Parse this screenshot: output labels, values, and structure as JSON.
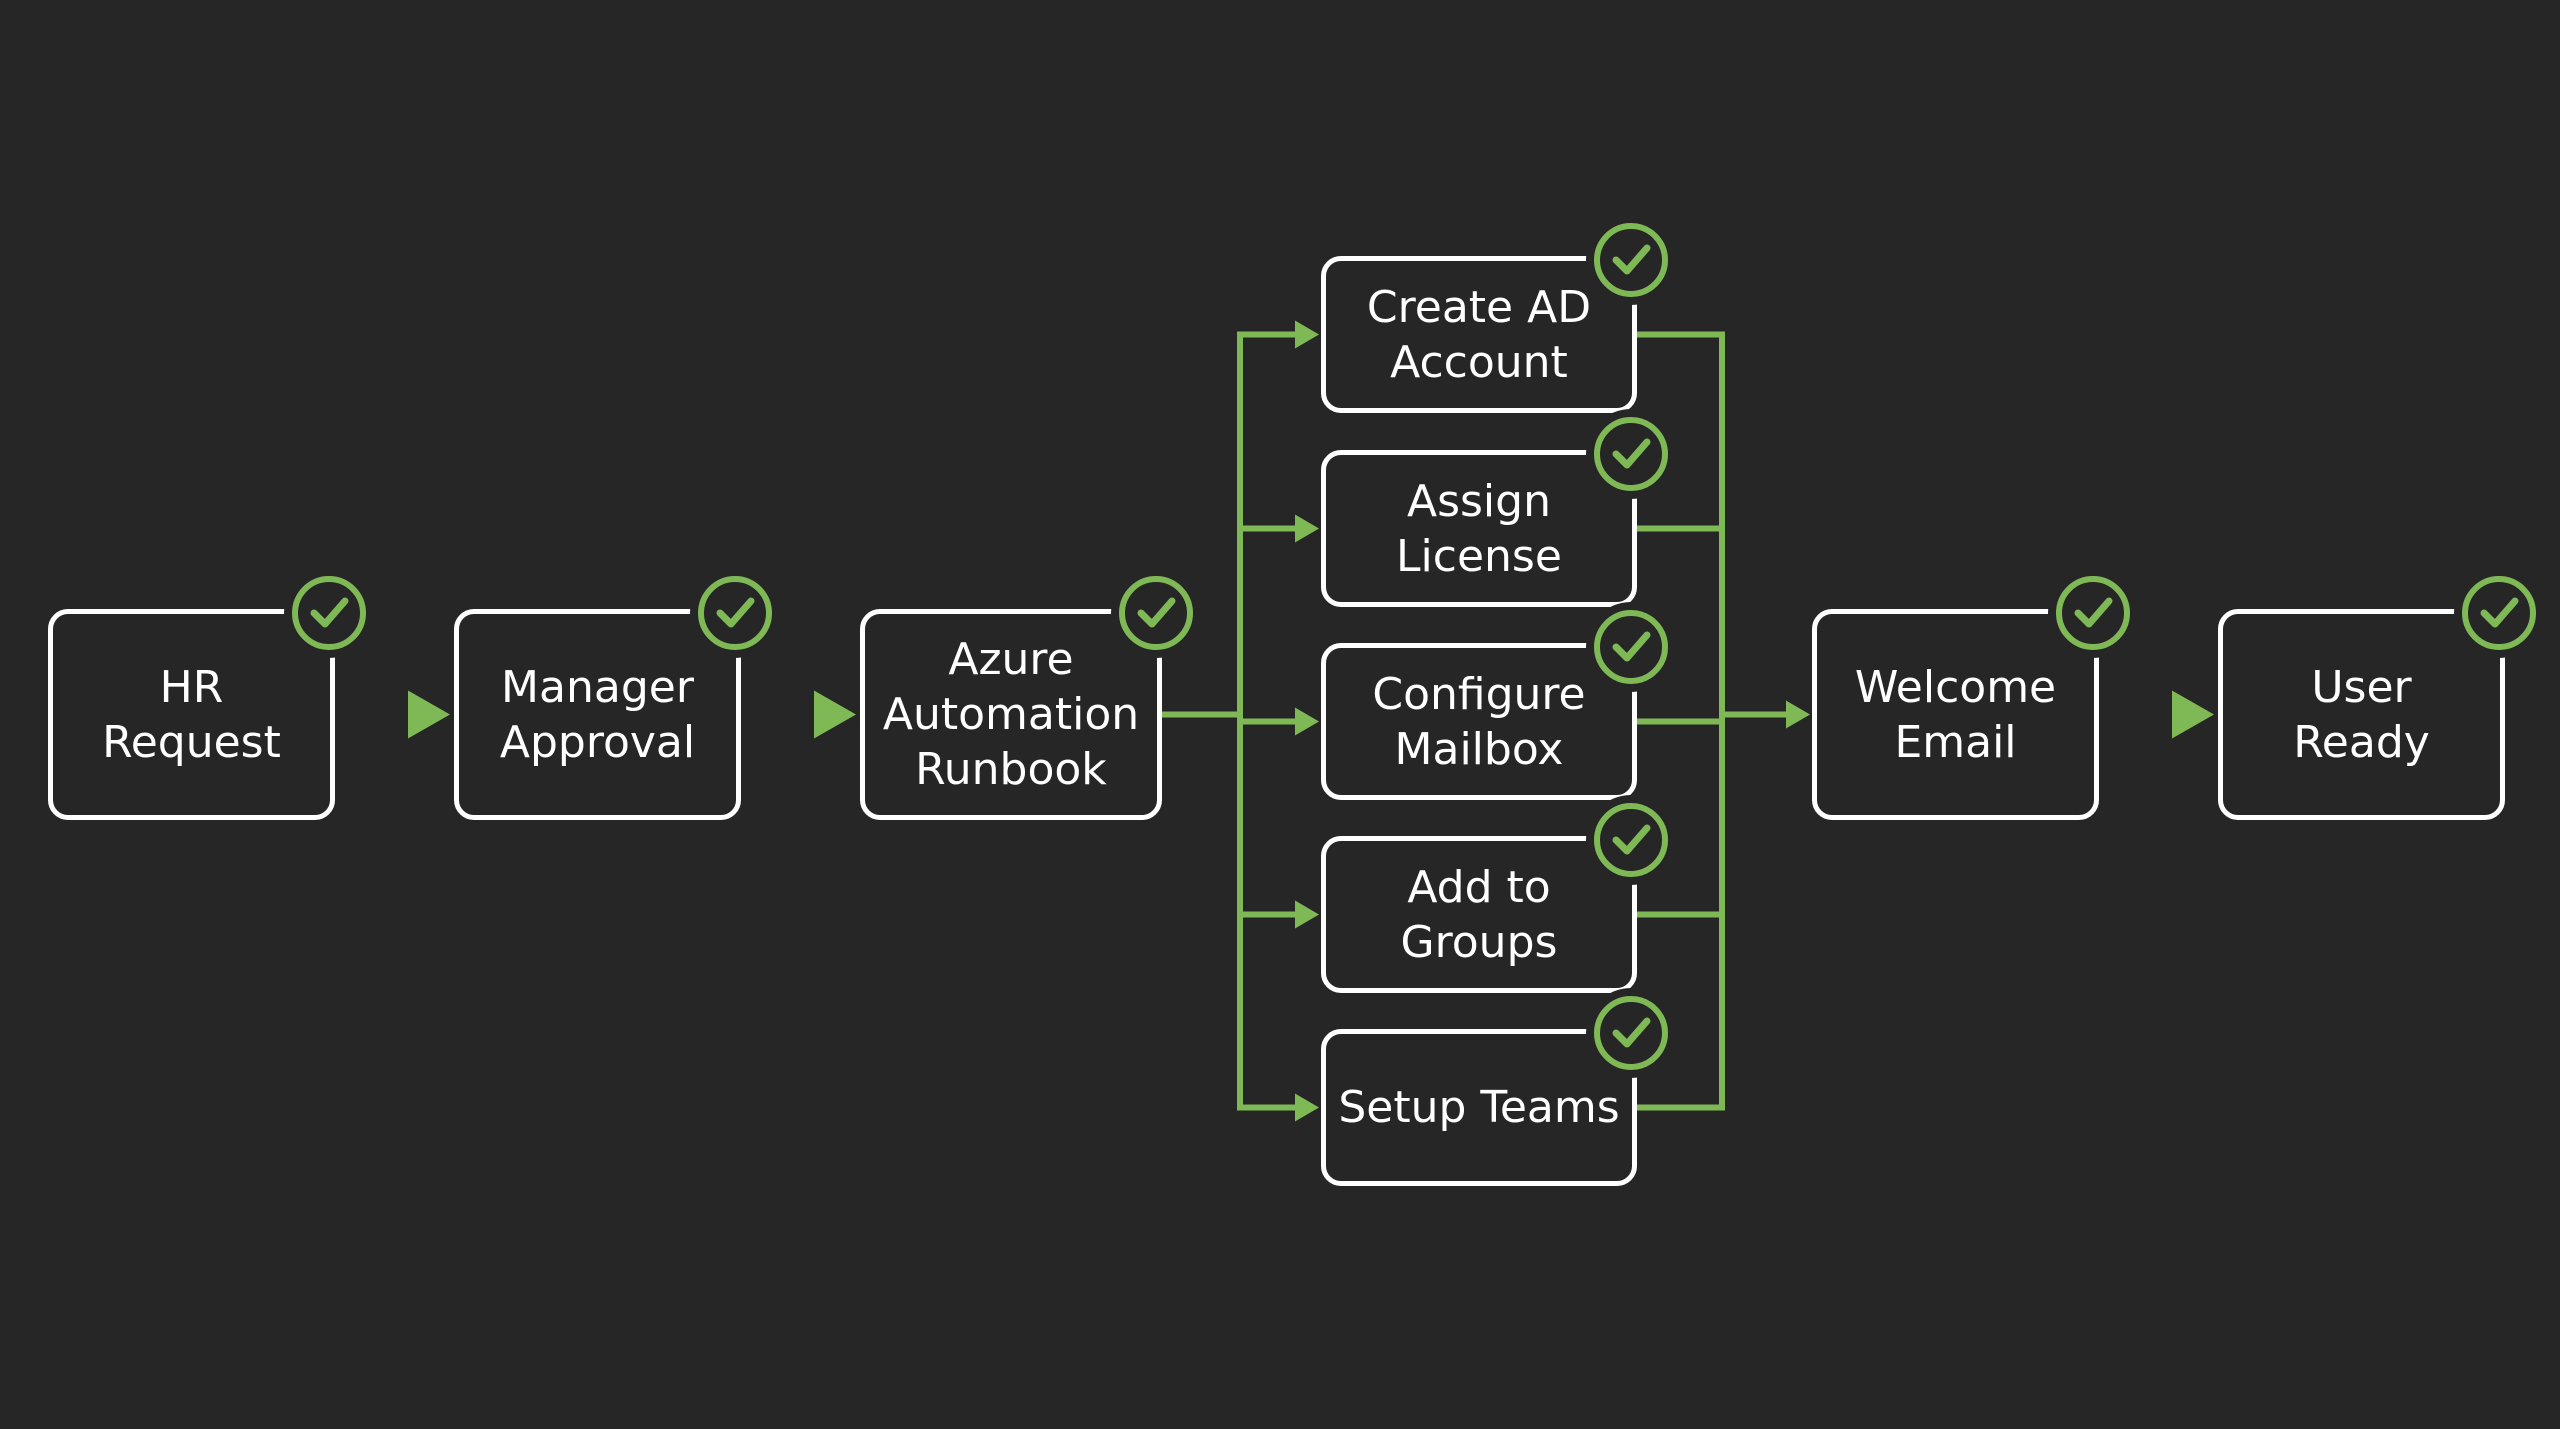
{
  "colors": {
    "background": "#262626",
    "box_border": "#ffffff",
    "text": "#ffffff",
    "connector": "#7fb955",
    "check": "#7fb955"
  },
  "nodes": {
    "hr_request": {
      "label": "HR\nRequest",
      "status_icon": "check-circle-icon"
    },
    "manager_approval": {
      "label": "Manager\nApproval",
      "status_icon": "check-circle-icon"
    },
    "azure_runbook": {
      "label": "Azure\nAutomation\nRunbook",
      "status_icon": "check-circle-icon"
    },
    "create_ad_account": {
      "label": "Create AD\nAccount",
      "status_icon": "check-circle-icon"
    },
    "assign_license": {
      "label": "Assign\nLicense",
      "status_icon": "check-circle-icon"
    },
    "configure_mailbox": {
      "label": "Configure\nMailbox",
      "status_icon": "check-circle-icon"
    },
    "add_to_groups": {
      "label": "Add to\nGroups",
      "status_icon": "check-circle-icon"
    },
    "setup_teams": {
      "label": "Setup Teams",
      "status_icon": "check-circle-icon"
    },
    "welcome_email": {
      "label": "Welcome\nEmail",
      "status_icon": "check-circle-icon"
    },
    "user_ready": {
      "label": "User\nReady",
      "status_icon": "check-circle-icon"
    }
  },
  "edges": [
    {
      "from": "hr_request",
      "to": "manager_approval",
      "style": "thick"
    },
    {
      "from": "manager_approval",
      "to": "azure_runbook",
      "style": "thick"
    },
    {
      "from": "azure_runbook",
      "to": "create_ad_account",
      "style": "thin"
    },
    {
      "from": "azure_runbook",
      "to": "assign_license",
      "style": "thin"
    },
    {
      "from": "azure_runbook",
      "to": "configure_mailbox",
      "style": "thin"
    },
    {
      "from": "azure_runbook",
      "to": "add_to_groups",
      "style": "thin"
    },
    {
      "from": "azure_runbook",
      "to": "setup_teams",
      "style": "thin"
    },
    {
      "from": "create_ad_account",
      "to": "welcome_email",
      "style": "thin"
    },
    {
      "from": "assign_license",
      "to": "welcome_email",
      "style": "thin"
    },
    {
      "from": "configure_mailbox",
      "to": "welcome_email",
      "style": "thin"
    },
    {
      "from": "add_to_groups",
      "to": "welcome_email",
      "style": "thin"
    },
    {
      "from": "setup_teams",
      "to": "welcome_email",
      "style": "thin"
    },
    {
      "from": "welcome_email",
      "to": "user_ready",
      "style": "thick"
    }
  ]
}
